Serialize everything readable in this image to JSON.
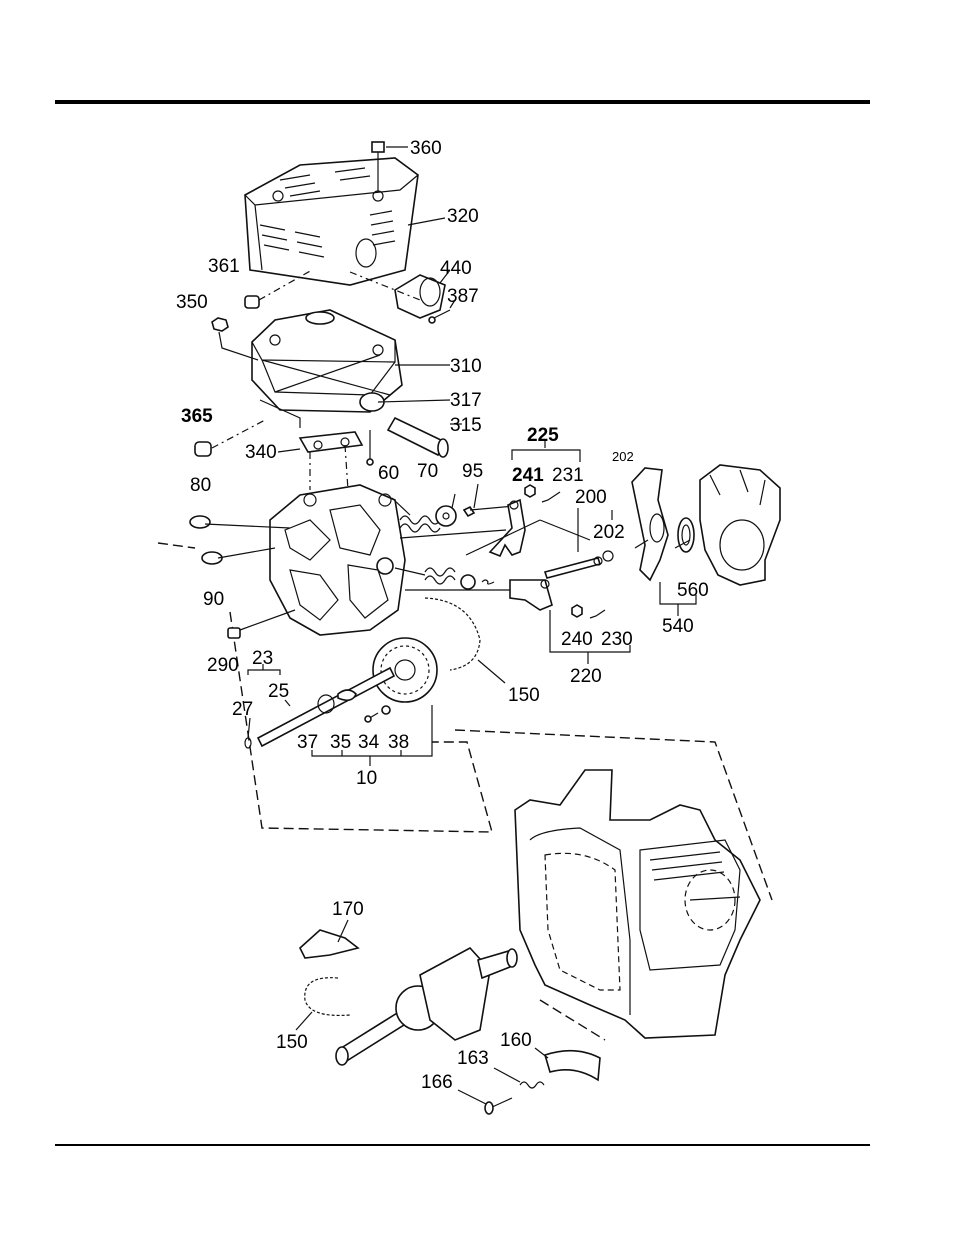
{
  "labels": {
    "l360": "360",
    "l320": "320",
    "l361": "361",
    "l440": "440",
    "l387": "387",
    "l350": "350",
    "l310": "310",
    "l317": "317",
    "l365": "365",
    "l315": "315",
    "l340": "340",
    "l225": "225",
    "l241": "241",
    "l231": "231",
    "l202a": "202",
    "l80": "80",
    "l60": "60",
    "l70": "70",
    "l95": "95",
    "l200": "200",
    "l202b": "202",
    "l90": "90",
    "l560": "560",
    "l540": "540",
    "l290": "290",
    "l240": "240",
    "l230": "230",
    "l23": "23",
    "l25": "25",
    "l27": "27",
    "l150a": "150",
    "l220": "220",
    "l37": "37",
    "l35": "35",
    "l34": "34",
    "l38": "38",
    "l10": "10",
    "l170": "170",
    "l150b": "150",
    "l160": "160",
    "l163": "163",
    "l166": "166"
  }
}
